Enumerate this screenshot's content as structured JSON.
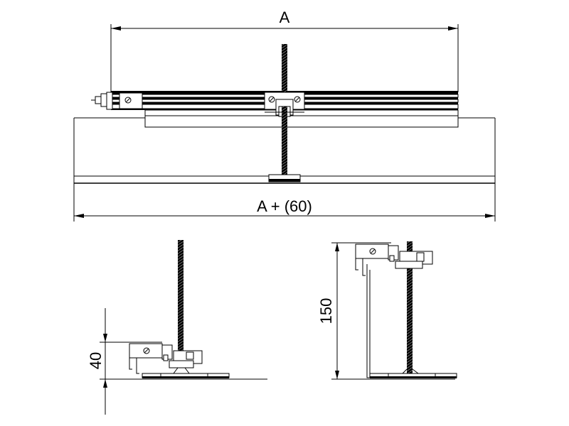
{
  "dimensions": {
    "top_width": "A",
    "bottom_width": "A + (60)",
    "height_low": "40",
    "height_high": "150"
  }
}
